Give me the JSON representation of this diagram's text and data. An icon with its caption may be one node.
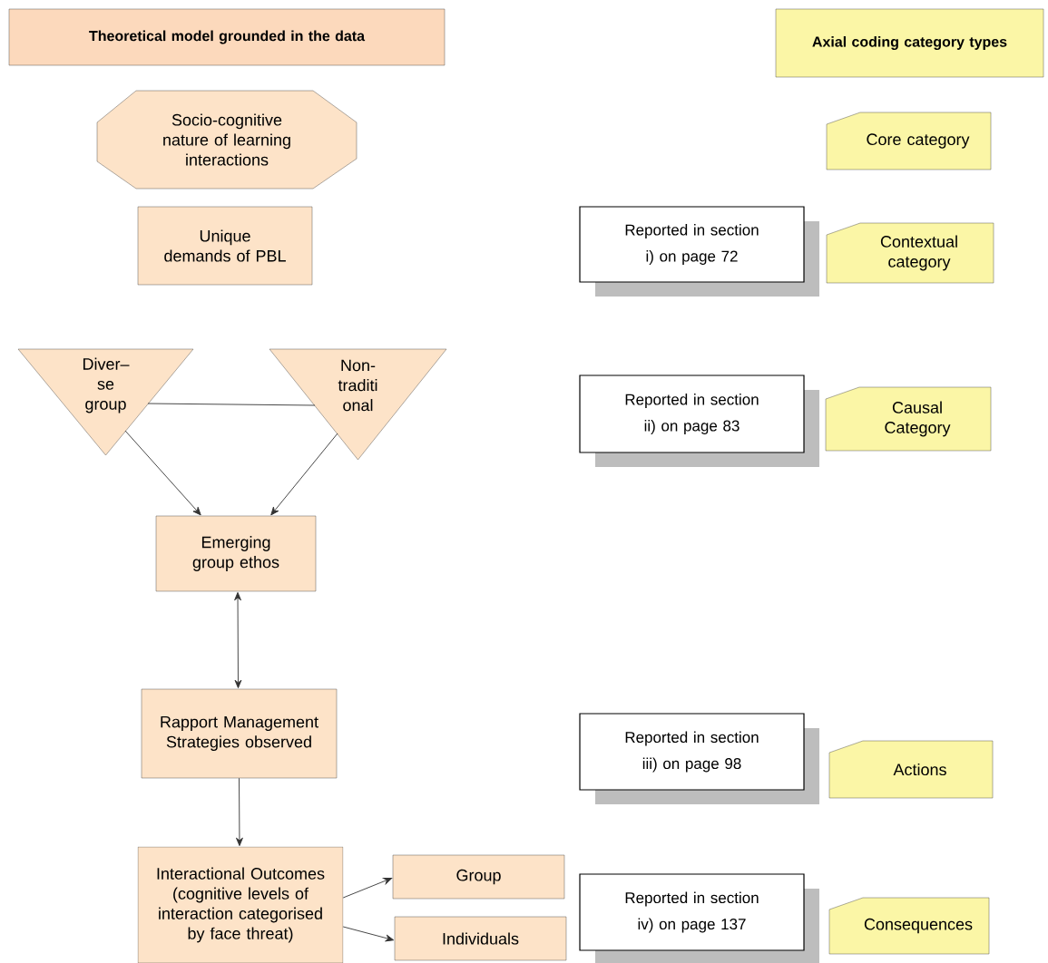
{
  "diagram": {
    "nodes": [
      {
        "text": [
          "Theoretical model grounded in the data"
        ]
      },
      {
        "text": [
          "Axial coding category types"
        ]
      },
      {
        "text": [
          "Socio-cognitive nature of learning interactions"
        ]
      },
      {
        "text": [
          "Core category"
        ]
      },
      {
        "text": [
          "Unique demands of PBL"
        ]
      },
      {
        "text": [
          "Reported in section i) on page 72"
        ]
      },
      {
        "text": [
          "Contextual category"
        ]
      },
      {
        "text": [
          "Diver– se group"
        ]
      },
      {
        "text": [
          "Non- traditi onal"
        ]
      },
      {
        "text": [
          "Reported in section ii) on page 83"
        ]
      },
      {
        "text": [
          "Causal Category"
        ]
      },
      {
        "text": [
          "Emerging group ethos"
        ]
      },
      {
        "text": [
          "Rapport Management Strategies observed"
        ]
      },
      {
        "text": [
          "Reported in section iii) on page 98"
        ]
      },
      {
        "text": [
          "Actions"
        ]
      },
      {
        "text": [
          "Interactional Outcomes (cognitive levels of interaction categorised by face threat)"
        ]
      },
      {
        "text": [
          "Group"
        ]
      },
      {
        "text": [
          "Reported in section iv) on page 137"
        ]
      },
      {
        "text": [
          "Individuals"
        ]
      },
      {
        "text": [
          "Consequences"
        ]
      }
    ],
    "edges": [
      {
        "from": 7,
        "to": 8,
        "arrow": "none"
      },
      {
        "from": 7,
        "to": 11,
        "arrow": "to"
      },
      {
        "from": 8,
        "to": 11,
        "arrow": "to"
      },
      {
        "from": 11,
        "to": 12,
        "arrow": "both"
      },
      {
        "from": 12,
        "to": 15,
        "arrow": "to"
      },
      {
        "from": 15,
        "to": 16,
        "arrow": "to"
      },
      {
        "from": 15,
        "to": 18,
        "arrow": "to"
      }
    ]
  }
}
